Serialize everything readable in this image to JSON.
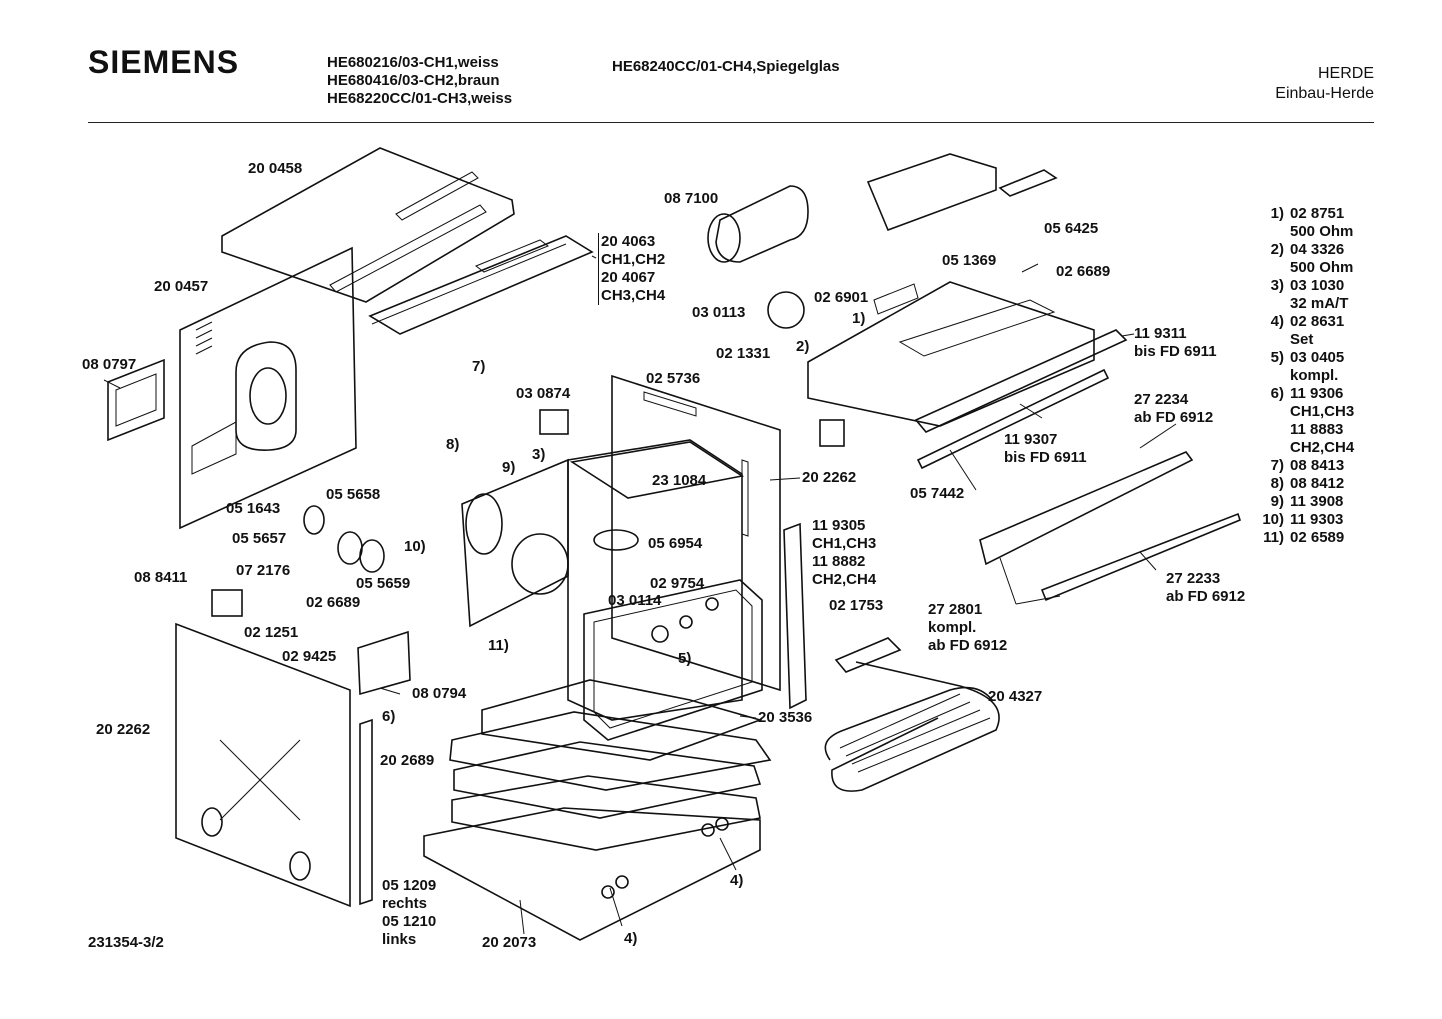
{
  "header": {
    "brand": "SIEMENS",
    "models": [
      "HE680216/03-CH1,weiss",
      "HE680416/03-CH2,braun",
      "HE68220CC/01-CH3,weiss"
    ],
    "model_right": "HE68240CC/01-CH4,Spiegelglas",
    "category": "HERDE",
    "subcategory": "Einbau-Herde"
  },
  "legend": [
    {
      "n": "1)",
      "v": "02 8751\n500 Ohm"
    },
    {
      "n": "2)",
      "v": "04 3326\n500 Ohm"
    },
    {
      "n": "3)",
      "v": "03 1030\n32 mA/T"
    },
    {
      "n": "4)",
      "v": "02 8631\nSet"
    },
    {
      "n": "5)",
      "v": "03 0405\nkompl."
    },
    {
      "n": "6)",
      "v": "11 9306\nCH1,CH3\n11 8883\nCH2,CH4"
    },
    {
      "n": "7)",
      "v": "08 8413"
    },
    {
      "n": "8)",
      "v": "08 8412"
    },
    {
      "n": "9)",
      "v": "11 3908"
    },
    {
      "n": "10)",
      "v": "11 9303"
    },
    {
      "n": "11)",
      "v": "02 6589"
    }
  ],
  "labels": [
    "20 0458",
    "20 4063\nCH1,CH2\n20 4067\nCH3,CH4",
    "08 7100",
    "05 6425",
    "05 1369",
    "02 6689",
    "20 0457",
    "08 0797",
    "03 0113",
    "02 6901",
    "1)",
    "2)",
    "02 1331",
    "11 9311\nbis FD 6911",
    "7)",
    "02 5736",
    "03 0874",
    "27 2234\nab FD 6912",
    "11 9307\nbis FD 6911",
    "3)",
    "8)",
    "9)",
    "23 1084",
    "20 2262",
    "05 7442",
    "05 1643",
    "05 5658",
    "05 5657",
    "10)",
    "05 6954",
    "11 9305\nCH1,CH3\n11 8882\nCH2,CH4",
    "07 2176",
    "05 5659",
    "02 9754",
    "03 0114",
    "08 8411",
    "02 6689",
    "02 1753",
    "27 2233\nab FD 6912",
    "02 1251",
    "11)",
    "5)",
    "27 2801\nkompl.\nab FD 6912",
    "02 9425",
    "20 4327",
    "08 0794",
    "6)",
    "20 2262",
    "20 3536",
    "20 2689",
    "05 1209\nrechts\n05 1210\nlinks",
    "4)",
    "20 2073",
    "4)"
  ],
  "doc_id": "231354-3/2"
}
